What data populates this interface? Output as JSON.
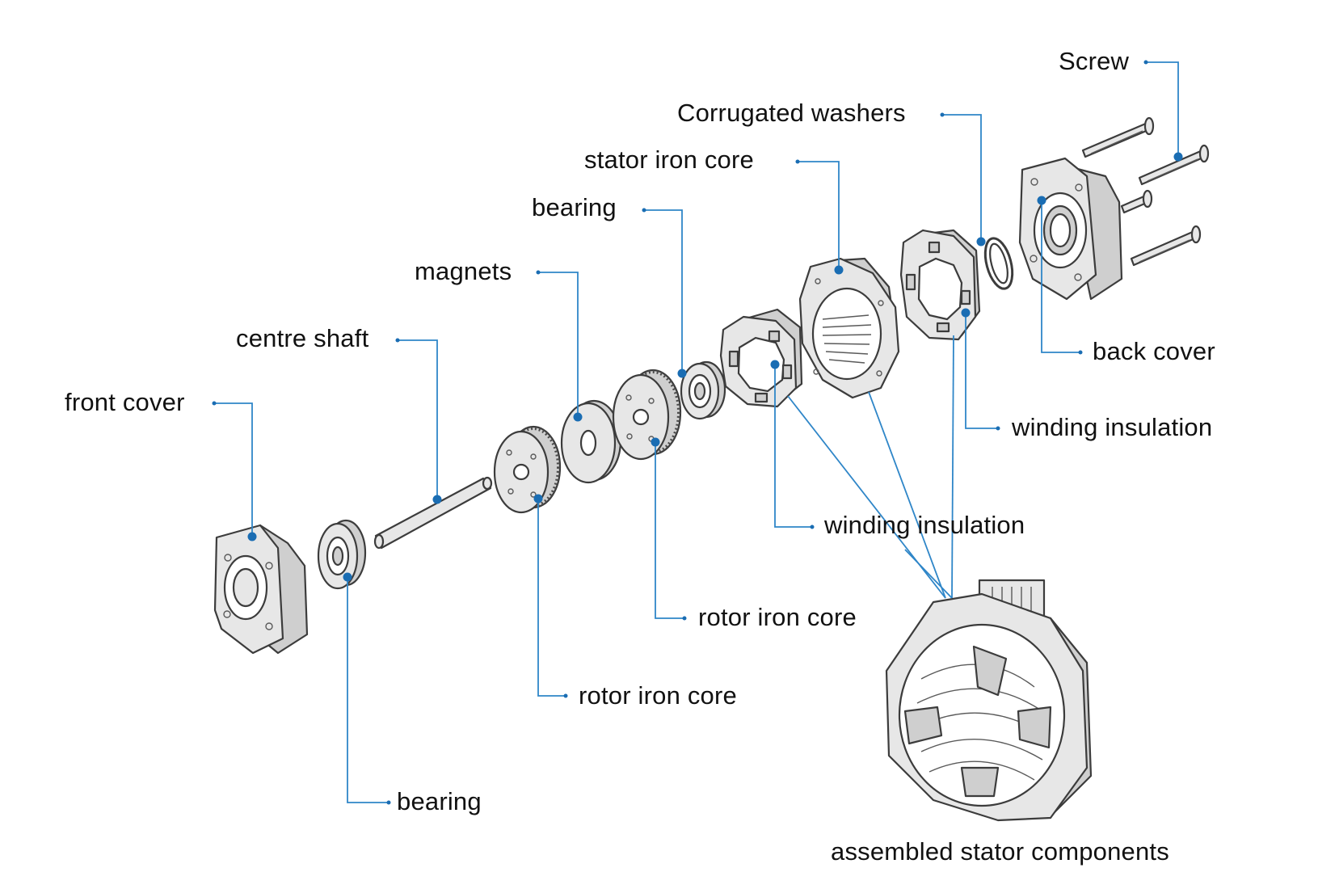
{
  "diagram": {
    "labels": {
      "screw": "Screw",
      "corrugated_washers": "Corrugated washers",
      "stator_iron_core": "stator iron core",
      "bearing_rear": "bearing",
      "magnets": "magnets",
      "centre_shaft": "centre shaft",
      "front_cover": "front cover",
      "back_cover": "back cover",
      "winding_insulation_rear": "winding insulation",
      "winding_insulation_front": "winding insulation",
      "rotor_iron_core_rear": "rotor iron core",
      "rotor_iron_core_front": "rotor iron core",
      "bearing_front": "bearing",
      "assembled_stator_components": "assembled stator components"
    },
    "colors": {
      "leader": "#2f86c8",
      "dot": "#1a6db3",
      "part_fill": "#e7e7e7",
      "outline": "#3c3c3c"
    }
  }
}
